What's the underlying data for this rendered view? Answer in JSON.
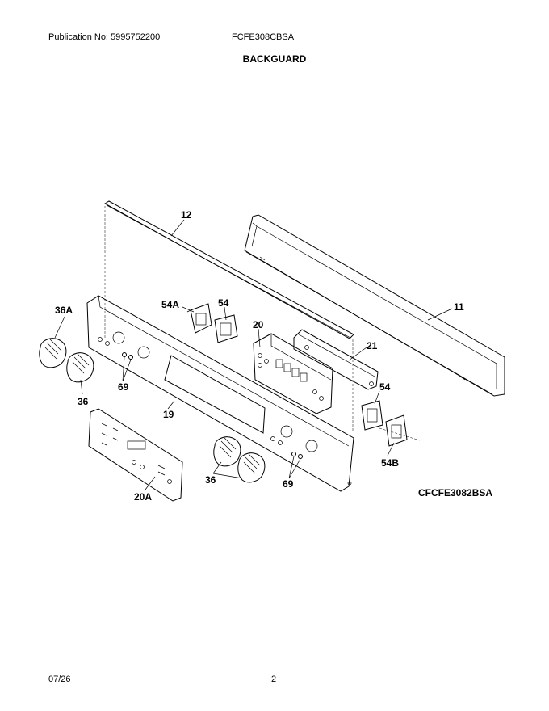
{
  "header": {
    "publication": "Publication No: 5995752200",
    "model": "FCFE308CBSA",
    "section_title": "BACKGUARD"
  },
  "diagram": {
    "callouts": {
      "c12": "12",
      "c11": "11",
      "c54A": "54A",
      "c54_top": "54",
      "c20": "20",
      "c21": "21",
      "c36A": "36A",
      "c36_left": "36",
      "c69_left": "69",
      "c19": "19",
      "c54_right": "54",
      "c54B": "54B",
      "c36_bottom": "36",
      "c69_bottom": "69",
      "c20A": "20A"
    },
    "model_variant": "CFCFE3082BSA"
  },
  "footer": {
    "date": "07/26",
    "page": "2"
  }
}
